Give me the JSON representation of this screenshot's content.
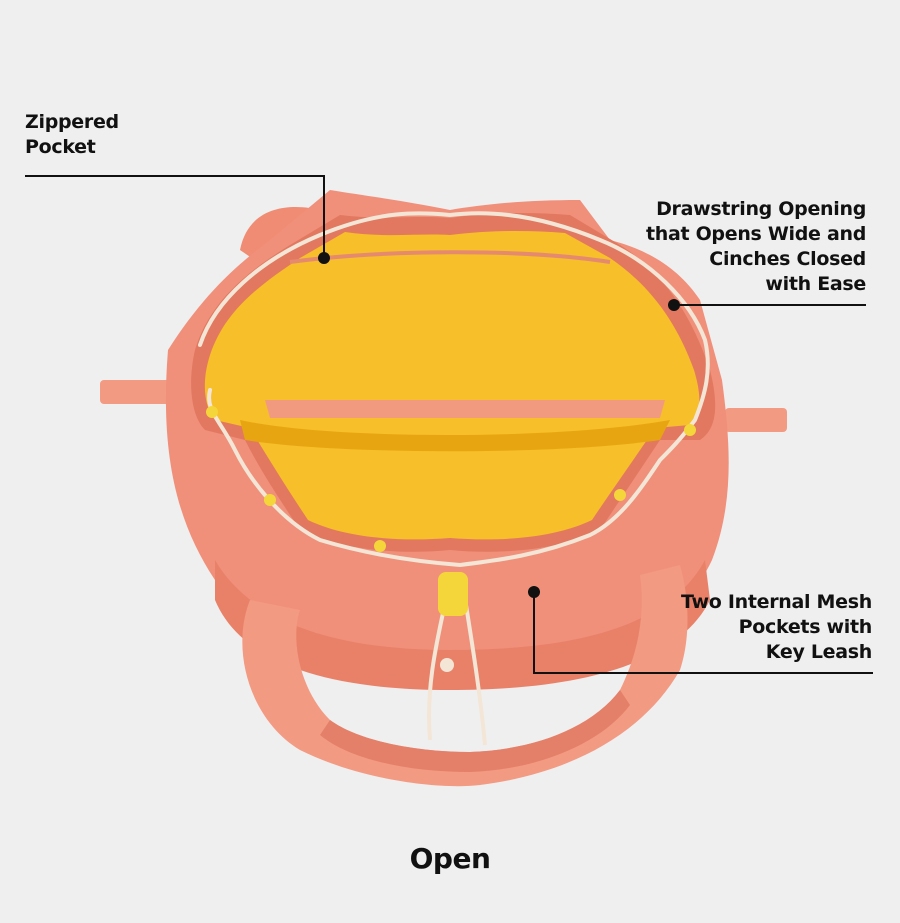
{
  "callouts": {
    "zippered_pocket": [
      "Zippered",
      "Pocket"
    ],
    "drawstring": [
      "Drawstring Opening",
      "that Opens Wide and",
      "Cinches Closed",
      "with Ease"
    ],
    "mesh_pockets": [
      "Two Internal Mesh",
      "Pockets with",
      "Key Leash"
    ]
  },
  "caption": "Open",
  "colors": {
    "background": "#efefef",
    "bag_body": "#f0907a",
    "bag_shadow": "#d9725e",
    "lining": "#f7bf2a",
    "lining_shadow": "#e8a512",
    "cord": "#f3e6d6",
    "toggle": "#f5d63a",
    "leader_line": "#111111"
  }
}
